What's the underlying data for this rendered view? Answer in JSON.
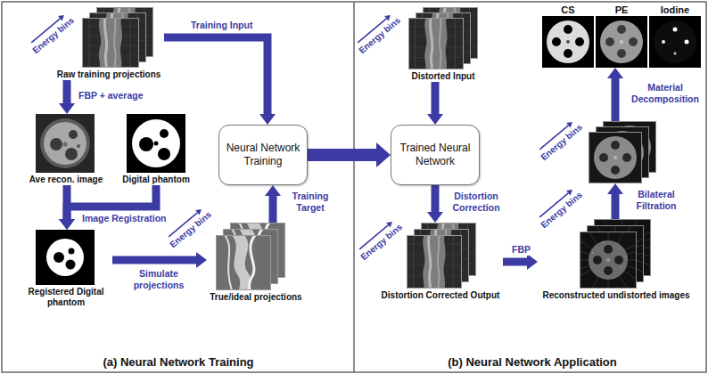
{
  "diagram": {
    "nodes": [
      {
        "text": [
          "Energy bins",
          "Raw training projections"
        ]
      },
      {
        "text": [
          "Ave recon. image"
        ]
      },
      {
        "text": [
          "Digital phantom"
        ]
      },
      {
        "text": [
          "Neural Network Training"
        ]
      },
      {
        "text": [
          "Registered Digital phantom"
        ]
      },
      {
        "text": [
          "Energy bins",
          "True/ideal projections"
        ]
      },
      {
        "text": [
          "Energy bins",
          "Distorted Input"
        ]
      },
      {
        "text": [
          "Trained Neural Network"
        ]
      },
      {
        "text": [
          "Energy bins",
          "Distortion Corrected Output"
        ]
      },
      {
        "text": [
          "Energy bins",
          "Reconstructed undistorted images"
        ]
      },
      {
        "text": [
          "Energy bins"
        ]
      },
      {
        "text": [
          "CS"
        ]
      },
      {
        "text": [
          "PE"
        ]
      },
      {
        "text": [
          "Iodine"
        ]
      }
    ],
    "edges": [
      {
        "from": 0,
        "to": 3,
        "label": "Training Input",
        "arrow": "to"
      },
      {
        "from": 0,
        "to": 1,
        "label": "FBP + average",
        "arrow": "to"
      },
      {
        "from": 1,
        "to": 4,
        "label": "Image Registration",
        "arrow": "to"
      },
      {
        "from": 2,
        "to": 4,
        "arrow": "to"
      },
      {
        "from": 4,
        "to": 5,
        "label": "Simulate projections",
        "arrow": "to"
      },
      {
        "from": 5,
        "to": 3,
        "label": "Training Target",
        "arrow": "to"
      },
      {
        "from": 3,
        "to": 7,
        "arrow": "to"
      },
      {
        "from": 6,
        "to": 7,
        "arrow": "to"
      },
      {
        "from": 7,
        "to": 8,
        "label": "Distortion Correction",
        "arrow": "to"
      },
      {
        "from": 8,
        "to": 9,
        "label": "FBP",
        "arrow": "to"
      },
      {
        "from": 9,
        "to": 10,
        "label": "Bilateral Filtration",
        "arrow": "to"
      },
      {
        "from": 10,
        "to": 12,
        "label": "Material Decomposition",
        "arrow": "to"
      }
    ],
    "labels": [
      "(a) Neural Network Training",
      "(b) Neural Network Application"
    ]
  }
}
